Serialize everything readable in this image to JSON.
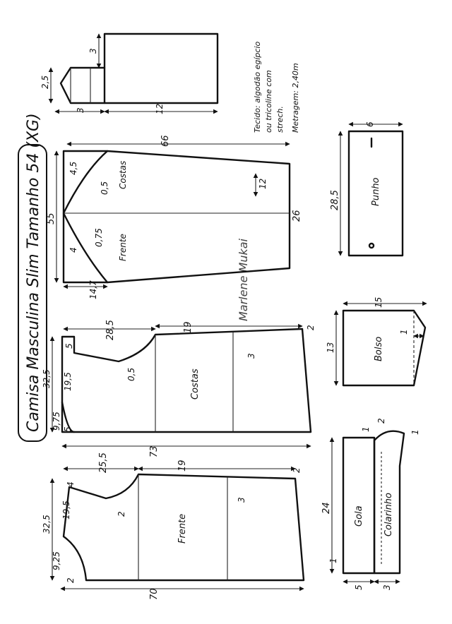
{
  "title": "Camisa Masculina Slim Tamanho 54 (XG)",
  "fabric_note": {
    "line1": "Tecido: algodão egípcio",
    "line2": "ou tricoline com",
    "line3": "strech.",
    "line4": "Metragem: 2,40m"
  },
  "signature": "Marlene Mukai",
  "pieces": {
    "manga": {
      "label_costas": "Costas",
      "label_frente": "Frente",
      "dims": [
        "66",
        "55",
        "26",
        "12",
        "4,5",
        "0,5",
        "4",
        "0,75",
        "14,7"
      ]
    },
    "costas": {
      "label": "Costas",
      "dims": [
        "28,5",
        "19",
        "2",
        "5",
        "3",
        "0,5",
        "19,5",
        "32,5",
        "9,75",
        "5",
        "73"
      ]
    },
    "frente": {
      "label": "Frente",
      "dims": [
        "25,5",
        "19",
        "2",
        "4",
        "2",
        "3",
        "19,5",
        "32,5",
        "9,25",
        "2",
        "70"
      ]
    },
    "vista": {
      "dims": [
        "3",
        "2,5",
        "3",
        "12"
      ]
    },
    "punho": {
      "label": "Punho",
      "dims": [
        "6",
        "28,5"
      ]
    },
    "bolso": {
      "label": "Bolso",
      "dims": [
        "15",
        "13",
        "1"
      ]
    },
    "gola": {
      "label_gola": "Gola",
      "label_colarinho": "Colarinho",
      "dims": [
        "24",
        "5",
        "3",
        "1",
        "2",
        "1",
        "1"
      ]
    }
  }
}
